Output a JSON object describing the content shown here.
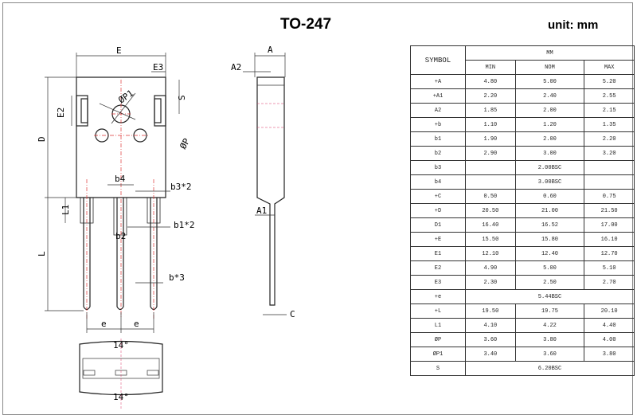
{
  "title": "TO-247",
  "unit": "unit:  mm",
  "drawing_labels": {
    "E": "E",
    "E3": "E3",
    "E2": "E2",
    "S": "S",
    "P1": "ØP1",
    "P": "ØP",
    "D": "D",
    "L1": "L1",
    "L": "L",
    "b4": "b4",
    "b3x2": "b3*2",
    "b2": "b2",
    "b1x2": "b1*2",
    "bx3": "b*3",
    "e1": "e",
    "e2": "e",
    "A": "A",
    "A2": "A2",
    "A1": "A1",
    "C": "C",
    "angle_top": "14°",
    "angle_bottom": "14°"
  },
  "table": {
    "symbol_header": "SYMBOL",
    "unit_header": "MM",
    "col_headers": [
      "MIN",
      "NOM",
      "MAX"
    ],
    "rows": [
      {
        "symbol": "+A",
        "min": "4.80",
        "nom": "5.00",
        "max": "5.20"
      },
      {
        "symbol": "+A1",
        "min": "2.20",
        "nom": "2.40",
        "max": "2.55"
      },
      {
        "symbol": "A2",
        "min": "1.85",
        "nom": "2.00",
        "max": "2.15"
      },
      {
        "symbol": "+b",
        "min": "1.10",
        "nom": "1.20",
        "max": "1.35"
      },
      {
        "symbol": "b1",
        "min": "1.90",
        "nom": "2.00",
        "max": "2.20"
      },
      {
        "symbol": "b2",
        "min": "2.90",
        "nom": "3.00",
        "max": "3.20"
      },
      {
        "symbol": "b3",
        "bsc": "2.00BSC"
      },
      {
        "symbol": "b4",
        "bsc": "3.00BSC"
      },
      {
        "symbol": "+C",
        "min": "0.50",
        "nom": "0.60",
        "max": "0.75"
      },
      {
        "symbol": "+D",
        "min": "20.50",
        "nom": "21.00",
        "max": "21.50"
      },
      {
        "symbol": "D1",
        "min": "16.40",
        "nom": "16.52",
        "max": "17.00"
      },
      {
        "symbol": "+E",
        "min": "15.50",
        "nom": "15.80",
        "max": "16.10"
      },
      {
        "symbol": "E1",
        "min": "12.10",
        "nom": "12.40",
        "max": "12.70"
      },
      {
        "symbol": "E2",
        "min": "4.90",
        "nom": "5.00",
        "max": "5.10"
      },
      {
        "symbol": "E3",
        "min": "2.30",
        "nom": "2.50",
        "max": "2.70"
      },
      {
        "symbol": "+e",
        "bsc_wide": "5.44BSC"
      },
      {
        "symbol": "+L",
        "min": "19.50",
        "nom": "19.75",
        "max": "20.10"
      },
      {
        "symbol": "L1",
        "min": "4.10",
        "nom": "4.22",
        "max": "4.40"
      },
      {
        "symbol": "ØP",
        "min": "3.60",
        "nom": "3.80",
        "max": "4.00"
      },
      {
        "symbol": "ØP1",
        "min": "3.40",
        "nom": "3.60",
        "max": "3.80"
      },
      {
        "symbol": "S",
        "bsc_wide": "6.20BSC"
      }
    ]
  }
}
